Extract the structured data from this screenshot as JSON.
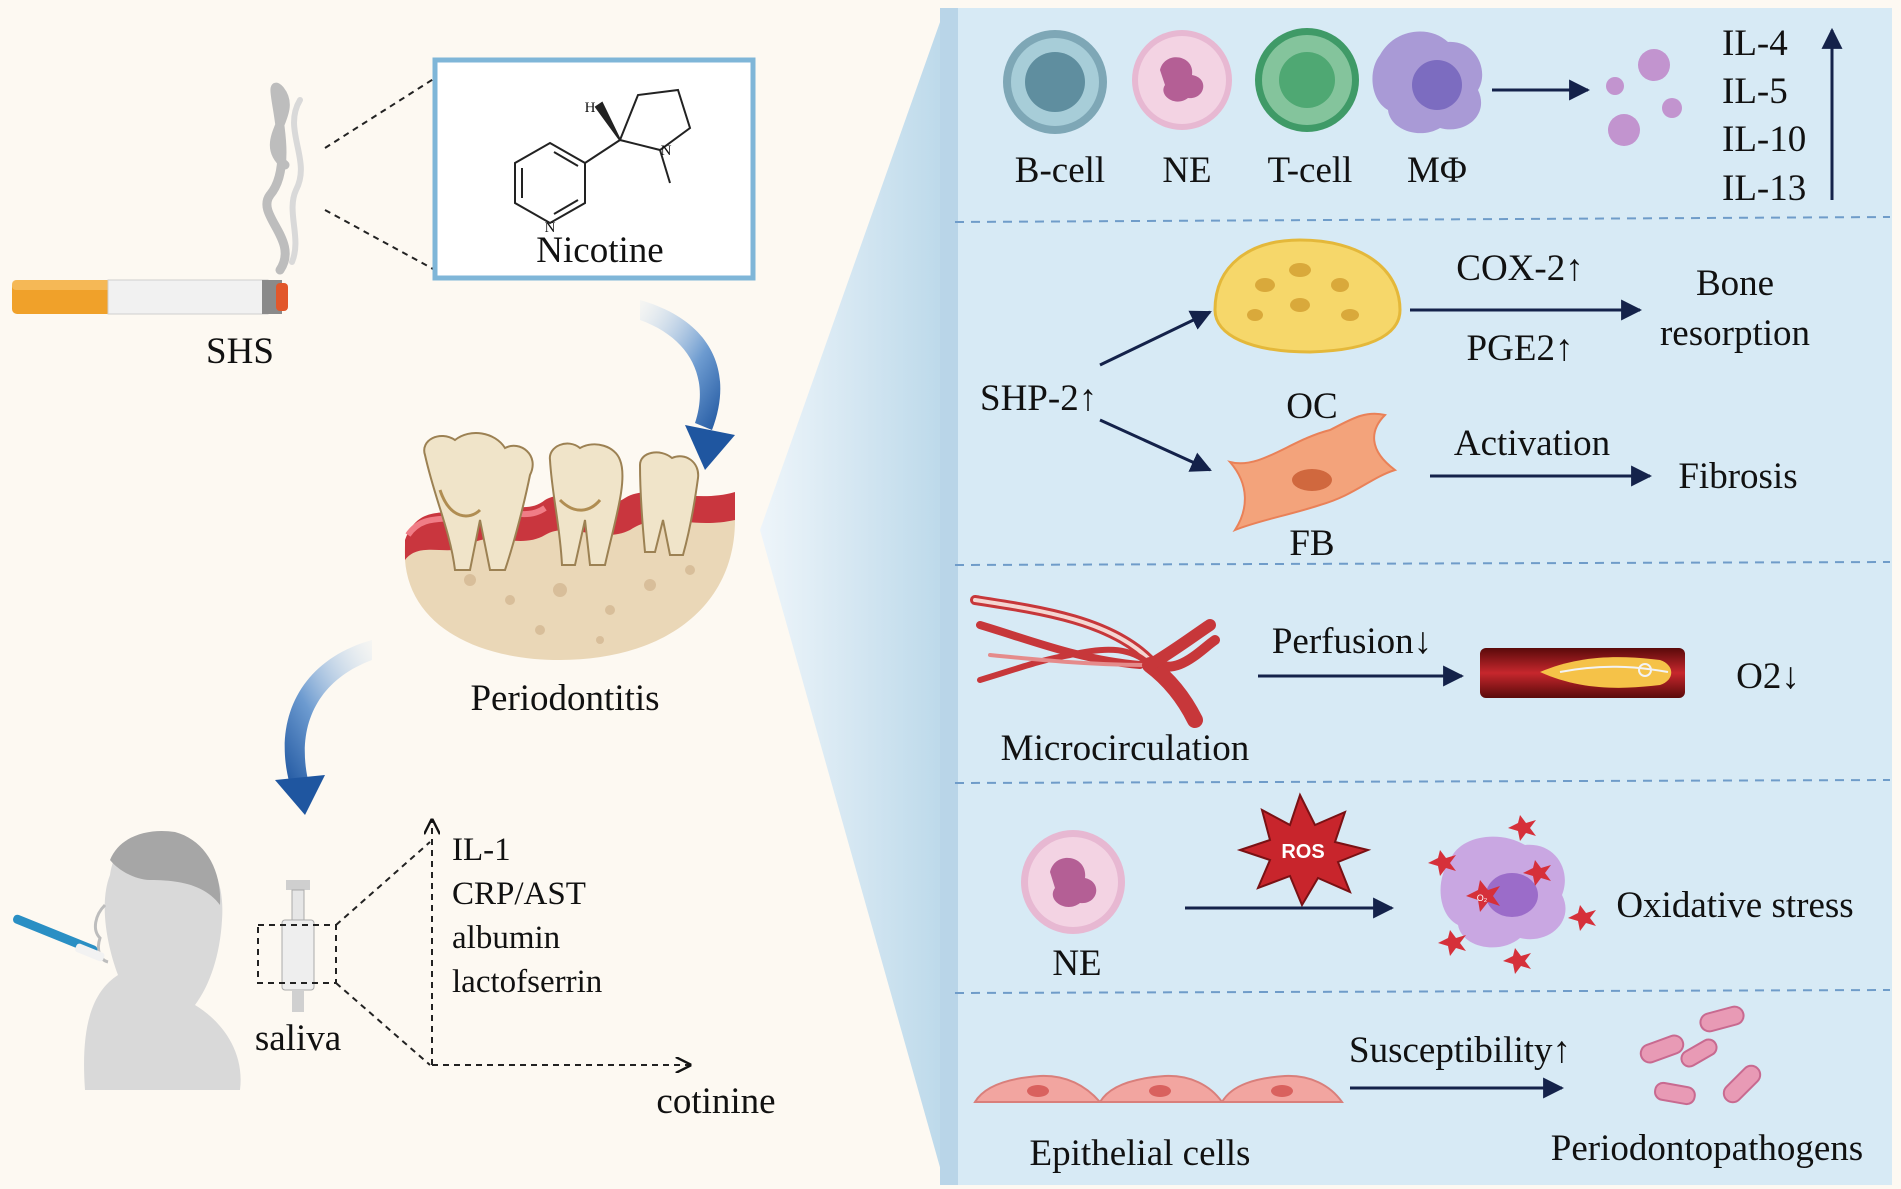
{
  "left": {
    "smoke_source_label": "SHS",
    "molecule_label": "Nicotine",
    "disease_label": "Periodontitis",
    "sample_label": "saliva",
    "biomarkers": [
      "IL-1",
      "CRP/AST",
      "albumin",
      "lactofserrin"
    ],
    "metabolite_label": "cotinine",
    "molecule_atoms": {
      "hydrogen": "H",
      "nitrogen_ring": "N",
      "nitrogen_pyrrolidine": "N"
    }
  },
  "panels": {
    "immune": {
      "cells": [
        "B-cell",
        "NE",
        "T-cell",
        "MΦ"
      ],
      "cytokines": [
        "IL-4",
        "IL-5",
        "IL-10",
        "IL-13"
      ]
    },
    "bone": {
      "trigger": "SHP-2↑",
      "oc_label": "OC",
      "fb_label": "FB",
      "cox_label": "COX-2↑",
      "pge_label": "PGE2↑",
      "bone_outcome": [
        "Bone",
        "resorption"
      ],
      "activation_label": "Activation",
      "fibrosis_label": "Fibrosis"
    },
    "micro": {
      "label": "Microcirculation",
      "perfusion_label": "Perfusion↓",
      "o2_label": "O2↓"
    },
    "oxidative": {
      "cell_label": "NE",
      "ros_label": "ROS",
      "radical_label": "O₂",
      "outcome_label": "Oxidative stress"
    },
    "epithelial": {
      "label": "Epithelial cells",
      "susceptibility_label": "Susceptibility↑",
      "outcome_label": "Periodontopathogens"
    }
  },
  "colors": {
    "left_bg": "#fdf9f2",
    "right_bg": "#d7eaf5",
    "arrow_navy": "#14224a",
    "swoosh_blue": "#2f67a8"
  }
}
